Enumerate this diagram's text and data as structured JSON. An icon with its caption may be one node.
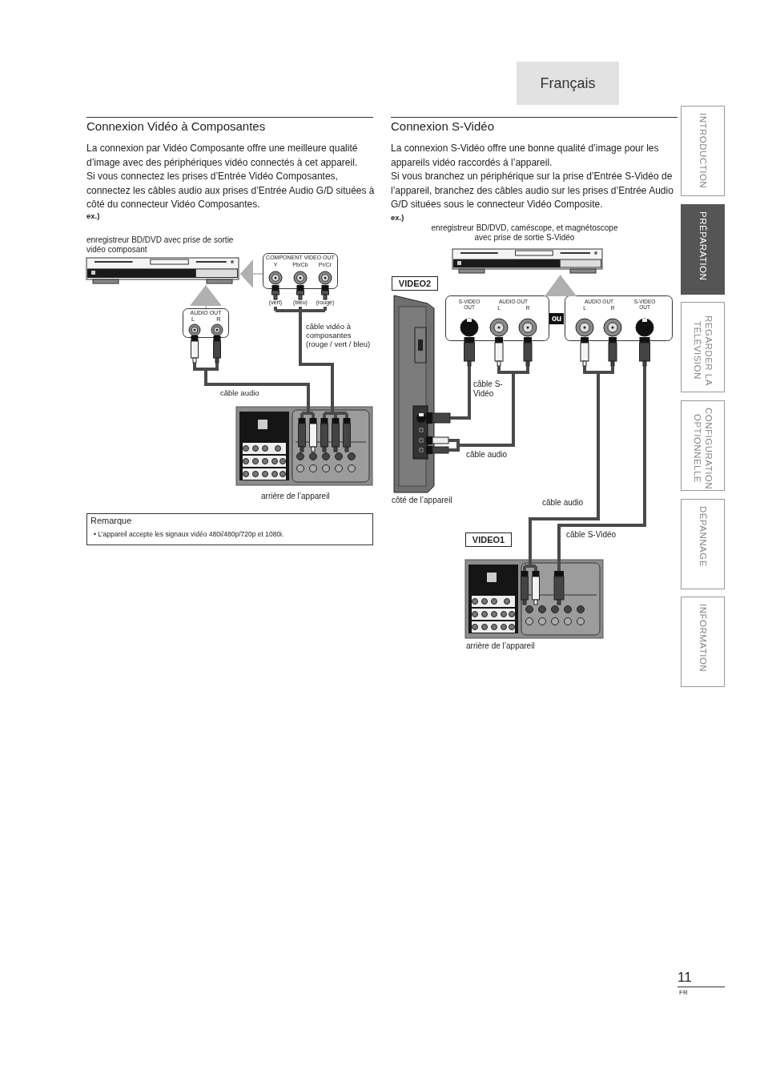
{
  "diagram": {
    "nodes": [
      {
        "text": [
          "Français"
        ]
      },
      {
        "text": [
          "enregistreur BD/DVD avec prise de sortie vidéo composant"
        ]
      },
      {
        "text": [
          "COMPONENT VIDEO OUT",
          "Y",
          "Pb/Cb",
          "Pr/Cr",
          "(vert)",
          "(bleu)",
          "(rouge)"
        ]
      },
      {
        "text": [
          "AUDIO OUT",
          "L",
          "R"
        ]
      },
      {
        "text": [
          "arrière de l’appareil"
        ]
      },
      {
        "text": [
          "Remarque",
          "• L’appareil accepte les signaux vidéo 480i/480p/720p et 1080i."
        ]
      },
      {
        "text": [
          "enregistreur BD/DVD, caméscope, et magnétoscope avec prise de sortie S-Vidéo"
        ]
      },
      {
        "text": [
          "VIDEO2"
        ]
      },
      {
        "text": [
          "côté de l’appareil"
        ]
      },
      {
        "text": [
          "S-VIDEO OUT",
          "AUDIO OUT",
          "L",
          "R"
        ]
      },
      {
        "text": [
          "AUDIO OUT",
          "L",
          "R",
          "S-VIDEO OUT"
        ]
      },
      {
        "text": [
          "VIDEO1"
        ]
      },
      {
        "text": [
          "arrière de l’appareil"
        ]
      },
      {
        "text": [
          "INTRODUCTION"
        ]
      },
      {
        "text": [
          "PRÉPARATION"
        ]
      },
      {
        "text": [
          "REGARDER LA TÉLÉVISION"
        ]
      },
      {
        "text": [
          "CONFIGURATION OPTIONNELLE"
        ]
      },
      {
        "text": [
          "DÉPANNAGE"
        ]
      },
      {
        "text": [
          "INFORMATION"
        ]
      }
    ],
    "edges": [
      {
        "from": 2,
        "to": 1,
        "arrow": "to",
        "color": "#b0b0b0"
      },
      {
        "from": 3,
        "to": 1,
        "arrow": "to",
        "color": "#b0b0b0"
      },
      {
        "from": 2,
        "to": 4,
        "arrow": "none",
        "label": "câble vidéo à composantes (rouge / vert / bleu)"
      },
      {
        "from": 3,
        "to": 4,
        "arrow": "none",
        "label": "câble audio"
      },
      {
        "from": 9,
        "to": 6,
        "arrow": "to",
        "color": "#b0b0b0"
      },
      {
        "from": 10,
        "to": 6,
        "arrow": "to",
        "color": "#b0b0b0"
      },
      {
        "from": 9,
        "to": 8,
        "arrow": "none",
        "label": "câble S-Vidéo"
      },
      {
        "from": 9,
        "to": 8,
        "arrow": "none",
        "label": "câble audio"
      },
      {
        "from": 10,
        "to": 12,
        "arrow": "none",
        "label": "câble audio"
      },
      {
        "from": 10,
        "to": 12,
        "arrow": "none",
        "label": "câble S-Vidéo"
      }
    ],
    "labels": [
      "Connexion Vidéo à Composantes",
      "La connexion par Vidéo Composante offre une meilleure qualité d’image avec des périphériques vidéo connectés à cet appareil.",
      "Si vous connectez les prises d’Entrée Vidéo Composantes, connectez les câbles audio aux prises d’Entrée Audio G/D situées à côté du connecteur Vidéo Composantes.",
      "ex.)",
      "Connexion S-Vidéo",
      "La connexion S-Vidéo offre une bonne qualité d’image pour les appareils vidéo raccordés á l’appareil.",
      "Si vous branchez un périphérique sur la prise d’Entrée S-Vidéo de l’appareil, branchez des câbles audio sur les prises d’Entrée Audio G/D situées sous le connecteur Vidéo Composite.",
      "ex.)",
      "ou",
      "11",
      "FR"
    ]
  }
}
